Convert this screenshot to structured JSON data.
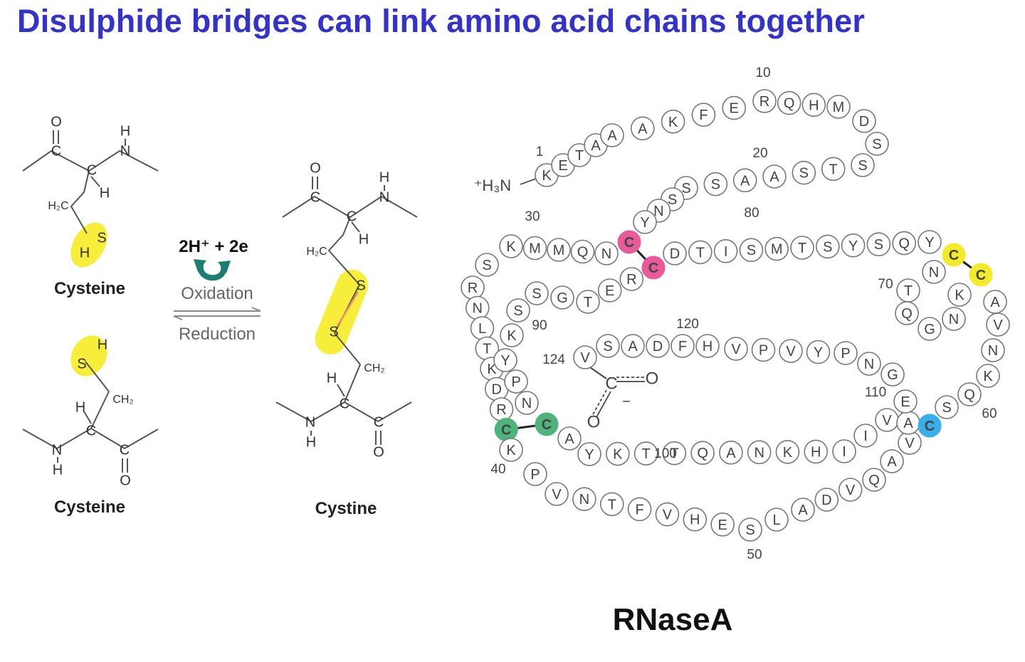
{
  "title": "Disulphide bridges can link amino acid chains together",
  "chemistry": {
    "cysteine_label": "Cysteine",
    "cystine_label": "Cystine",
    "reagents": "2H⁺ + 2e",
    "oxidation_label": "Oxidation",
    "reduction_label": "Reduction",
    "atoms": {
      "O": "O",
      "C": "C",
      "H": "H",
      "N": "N",
      "S": "S",
      "H2C": "H₂C",
      "CH2": "CH₂"
    }
  },
  "rnase": {
    "name": "RNaseA",
    "n_terminus": "⁺H₃N",
    "c_terminus_c": "C",
    "c_terminus_o": "O",
    "c_terminus_minus": "−",
    "sequence": [
      "K",
      "E",
      "T",
      "A",
      "A",
      "A",
      "K",
      "F",
      "E",
      "R",
      "Q",
      "H",
      "M",
      "D",
      "S",
      "S",
      "T",
      "S",
      "A",
      "A",
      "S",
      "S",
      "S",
      "N",
      "Y",
      "C",
      "N",
      "Q",
      "M",
      "M",
      "K",
      "S",
      "R",
      "N",
      "L",
      "T",
      "K",
      "D",
      "R",
      "C",
      "K",
      "P",
      "V",
      "N",
      "T",
      "F",
      "V",
      "H",
      "E",
      "S",
      "L",
      "A",
      "D",
      "V",
      "Q",
      "A",
      "V",
      "C",
      "S",
      "Q",
      "K",
      "N",
      "V",
      "A",
      "C",
      "K",
      "N",
      "G",
      "Q",
      "T",
      "N",
      "C",
      "Y",
      "Q",
      "S",
      "Y",
      "S",
      "T",
      "M",
      "S",
      "I",
      "T",
      "D",
      "C",
      "R",
      "E",
      "T",
      "G",
      "S",
      "S",
      "K",
      "Y",
      "P",
      "N",
      "C",
      "A",
      "Y",
      "K",
      "T",
      "T",
      "Q",
      "A",
      "N",
      "K",
      "H",
      "I",
      "I",
      "V",
      "A",
      "C",
      "E",
      "G",
      "N",
      "P",
      "Y",
      "V",
      "P",
      "V",
      "H",
      "F",
      "D",
      "A",
      "S",
      "V"
    ],
    "position_labels": [
      "1",
      "10",
      "20",
      "30",
      "40",
      "50",
      "60",
      "70",
      "80",
      "90",
      "100",
      "110",
      "120",
      "124"
    ],
    "disulfide_pairs": [
      [
        26,
        84
      ],
      [
        40,
        95
      ],
      [
        58,
        110
      ],
      [
        65,
        72
      ]
    ],
    "bridge_colors": {
      "26": "#e85a9c",
      "84": "#e85a9c",
      "40": "#4fb37c",
      "95": "#4fb37c",
      "58": "#3aaee8",
      "110": "#3aaee8",
      "65": "#f3ea2c",
      "72": "#f3ea2c"
    }
  }
}
